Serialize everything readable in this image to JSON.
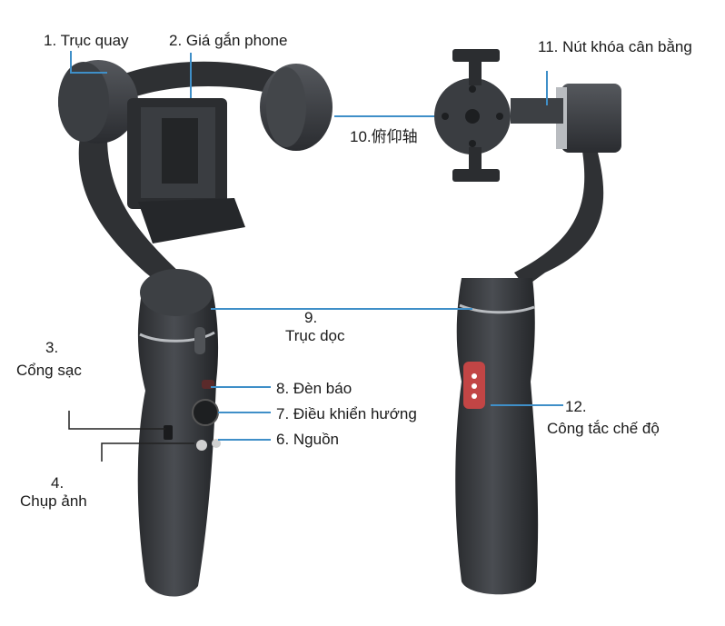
{
  "labels": {
    "truc_quay": "1. Trục quay",
    "gia_gan_phone": "2. Giá gắn phone",
    "cong_sac_num": "3.",
    "cong_sac": "Cổng sạc",
    "chup_anh_num": "4.",
    "chup_anh": "Chụp ảnh",
    "nguon": "6. Nguồn",
    "dieu_khien_huong": "7. Điều khiển hướng",
    "den_bao": "8. Đèn báo",
    "truc_doc_num": "9.",
    "truc_doc": "Trục dọc",
    "pitch_axis": "10.俯仰轴",
    "nut_khoa": "11. Nút khóa cân bằng",
    "cong_tac_num": "12.",
    "cong_tac": "Công tắc chế độ"
  },
  "colors": {
    "leader": "#3f8fc8",
    "body": "#3a3c40",
    "body_dark": "#26282b",
    "body_light": "#55585d",
    "ring": "#b9bcc0"
  }
}
